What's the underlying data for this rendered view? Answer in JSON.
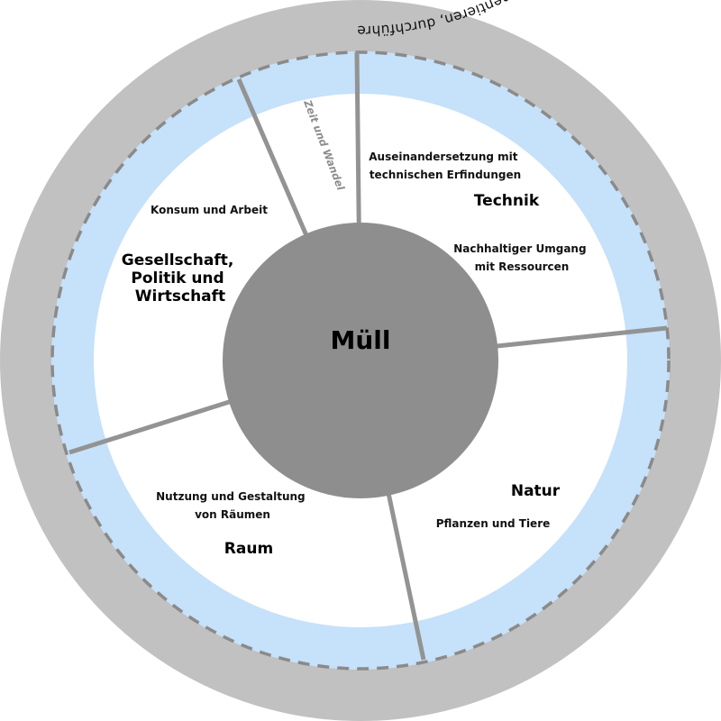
{
  "outer_ring_text": "beschreiben, bewerten, darstellen, diskutieren, dokumentieren, durchführen, erklären, erkunden (wenn möglich), ermitteln, erproben, konstruieren, ordnen, recherchieren, reflektieren, skizzieren, unterscheiden, untersuchen, analysieren, anwenden, begründen, benennen,",
  "center_title": "Müll",
  "sectors": {
    "technik": {
      "title": "Technik",
      "topic_1": [
        "Auseinandersetzung mit",
        "technischen Erfindungen"
      ],
      "topic_2": [
        "Nachhaltiger Umgang",
        "mit Ressourcen"
      ]
    },
    "natur": {
      "title": "Natur",
      "topic_1": "Pflanzen und Tiere"
    },
    "raum": {
      "title": "Raum",
      "topic_1": [
        "Nutzung und Gestaltung",
        "von Räumen"
      ]
    },
    "gesellschaft": {
      "title": [
        "Gesellschaft,",
        "Politik und",
        "Wirtschaft"
      ],
      "topic_1": "Konsum und Arbeit"
    },
    "zeit": {
      "title": "Zeit und Wandel"
    }
  },
  "colors": {
    "outer_ring": "#c1c1c1",
    "blue_ring": "#c6e1fa",
    "center_circle": "#8e8e8e",
    "divider": "#939393",
    "dashes": "#8a8a8a"
  }
}
